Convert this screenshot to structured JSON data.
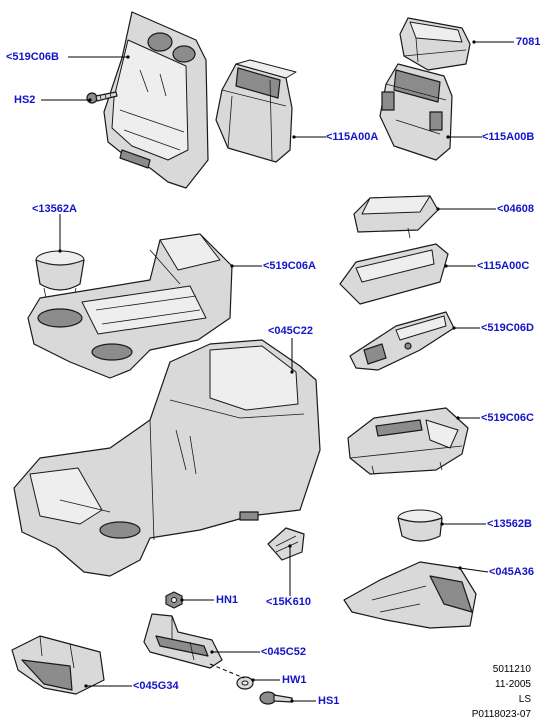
{
  "callouts": {
    "c519c06b": "<519C06B",
    "hs2": "HS2",
    "c7081": "7081",
    "c115a00a": "<115A00A",
    "c115a00b": "<115A00B",
    "c13562a": "<13562A",
    "c519c06a": "<519C06A",
    "c04608": "<04608",
    "c115a00c": "<115A00C",
    "c045c22": "<045C22",
    "c519c06d": "<519C06D",
    "c519c06c": "<519C06C",
    "c13562b": "<13562B",
    "c045a36": "<045A36",
    "hn1": "HN1",
    "c15k610": "<15K610",
    "c045c52": "<045C52",
    "c045g34": "<045G34",
    "hw1": "HW1",
    "hs1": "HS1"
  },
  "meta": {
    "doc_number": "5011210",
    "date": "11-2005",
    "initials": "LS",
    "plate": "P0118023-07"
  },
  "colors": {
    "callout_text": "#1414c8",
    "leader_line": "#000000",
    "part_fill": "#d9d9d9",
    "part_dark": "#8c8c8c"
  }
}
